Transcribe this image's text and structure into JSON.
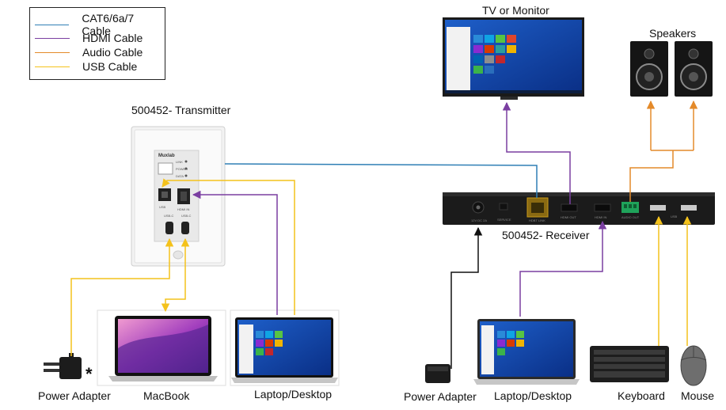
{
  "legend": {
    "items": [
      {
        "label": "CAT6/6a/7 Cable",
        "color": "#2f7fb5"
      },
      {
        "label": "HDMI Cable",
        "color": "#7a3ea1"
      },
      {
        "label": "Audio Cable",
        "color": "#e48a2a"
      },
      {
        "label": "USB Cable",
        "color": "#f4c21c"
      }
    ]
  },
  "transmitter": {
    "label": "500452- Transmitter",
    "brand": "Muxlab",
    "indicators": [
      "LINK",
      "POWER",
      "DATA"
    ],
    "ports": [
      "USB",
      "HDMI IN",
      "USB-C",
      "USB-C"
    ]
  },
  "receiver": {
    "label": "500452- Receiver",
    "ports": [
      "12V DC 2A",
      "SERVICE",
      "HDBT LINK",
      "HDMI OUT",
      "HDMI IN",
      "AUDIO OUT",
      "USB"
    ]
  },
  "devices": {
    "tv": "TV or Monitor",
    "speakers": "Speakers",
    "power_adapter_left": "Power Adapter",
    "power_adapter_asterisk": "*",
    "macbook": "MacBook",
    "laptop_left": "Laptop/Desktop",
    "power_adapter_right": "Power Adapter",
    "laptop_right": "Laptop/Desktop",
    "keyboard": "Keyboard",
    "mouse": "Mouse"
  }
}
